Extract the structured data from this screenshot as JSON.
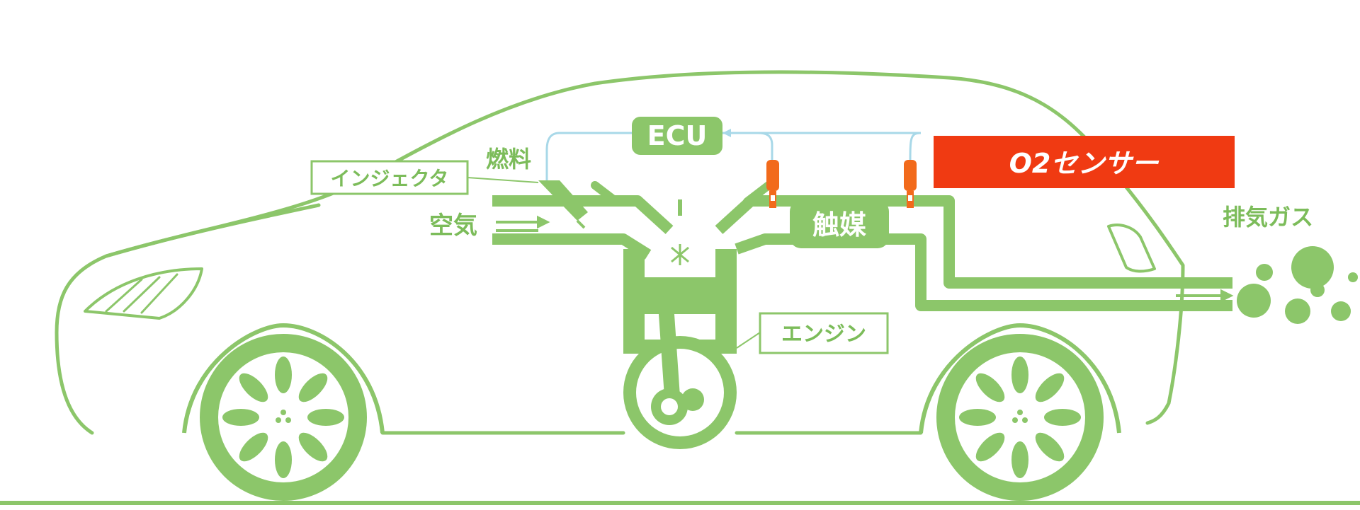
{
  "labels": {
    "injector": "インジェクタ",
    "fuel": "燃料",
    "air": "空気",
    "ecu": "ECU",
    "o2_sensor": "O2センサー",
    "catalyst": "触媒",
    "engine": "エンジン",
    "exhaust": "排気ガス"
  },
  "colors": {
    "green": "#8cc66a",
    "ecu_line": "#a8d8e8",
    "sensor_orange": "#f26a1b",
    "o2_red": "#f03a12",
    "text_green": "#7cbc5a"
  }
}
